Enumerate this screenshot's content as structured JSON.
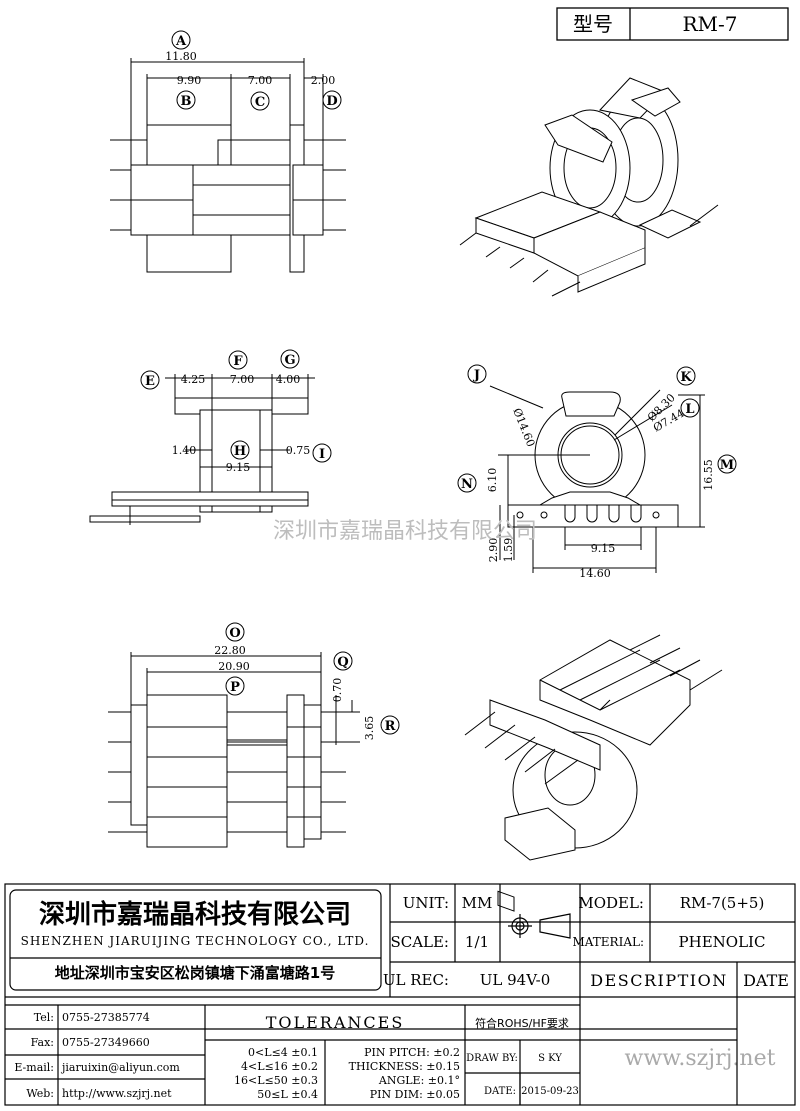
{
  "header": {
    "type_label": "型号",
    "type_value": "RM-7"
  },
  "watermark": "深圳市嘉瑞晶科技有限公司",
  "dimensions": {
    "A": "11.80",
    "B": "9.90",
    "C": "7.00",
    "D": "2.00",
    "E": "4.25",
    "F": "7.00",
    "G": "4.00",
    "H": "9.15",
    "H_left": "1.40",
    "I": "0.75",
    "J": "Ø14.60",
    "K": "Ø8.30",
    "L": "Ø7.44",
    "M": "16.55",
    "N": "6.10",
    "pin_h1": "2.90",
    "pin_h2": "1.59",
    "pitch": "9.15",
    "base": "14.60",
    "O": "22.80",
    "P": "20.90",
    "Q": "0.70",
    "R": "3.65"
  },
  "letters": [
    "A",
    "B",
    "C",
    "D",
    "E",
    "F",
    "G",
    "H",
    "I",
    "J",
    "K",
    "L",
    "M",
    "N",
    "O",
    "P",
    "Q",
    "R"
  ],
  "company": {
    "name_cn": "深圳市嘉瑞晶科技有限公司",
    "name_en": "SHENZHEN JIARUIJING TECHNOLOGY CO., LTD.",
    "address": "地址深圳市宝安区松岗镇塘下涌富塘路1号"
  },
  "spec": {
    "unit_label": "UNIT:",
    "unit_value": "MM",
    "scale_label": "SCALE:",
    "scale_value": "1/1",
    "ulrec_label": "UL REC:",
    "ulrec_value": "UL 94V-0",
    "model_label": "MODEL:",
    "model_value": "RM-7(5+5)",
    "material_label": "MATERIAL:",
    "material_value": "PHENOLIC",
    "description_label": "DESCRIPTION",
    "date_label": "DATE"
  },
  "contact": {
    "tel_label": "Tel:",
    "tel": "0755-27385774",
    "fax_label": "Fax:",
    "fax": "0755-27349660",
    "email_label": "E-mail:",
    "email": "jiaruixin@aliyun.com",
    "web_label": "Web:",
    "web": "http://www.szjrj.net"
  },
  "tolerances": {
    "title": "TOLERANCES",
    "ranges": [
      "0<L≤4 ±0.1",
      "4<L≤16 ±0.2",
      "16<L≤50 ±0.3",
      "50≤L ±0.4"
    ],
    "pin": [
      "PIN PITCH: ±0.2",
      "THICKNESS: ±0.15",
      "ANGLE: ±0.1°",
      "PIN DIM: ±0.05"
    ]
  },
  "approval": {
    "rohs": "符合ROHS/HF要求",
    "drawby_label": "DRAW BY:",
    "drawby": "S KY",
    "date_label": "DATE:",
    "date": "2015-09-23"
  },
  "site_watermark": "www.szjrj.net"
}
